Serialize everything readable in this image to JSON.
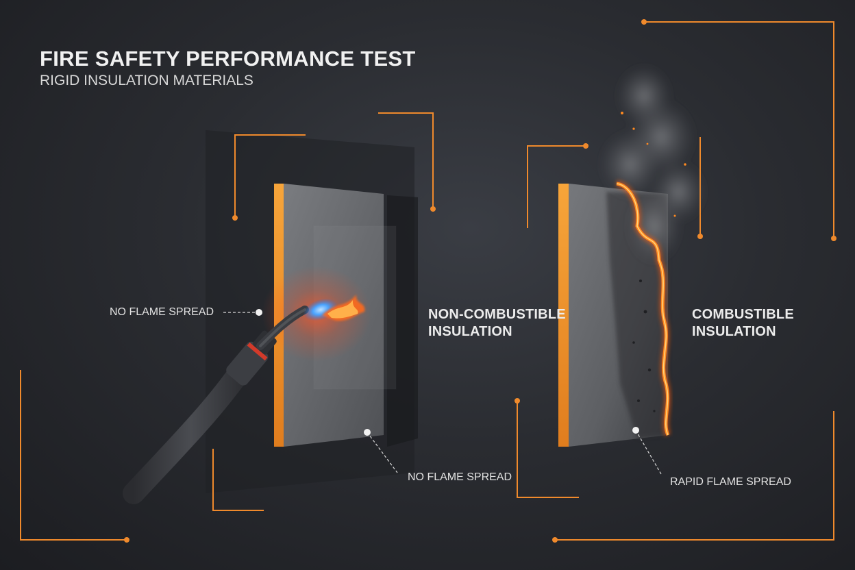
{
  "header": {
    "title": "FIRE SAFETY PERFORMANCE TEST",
    "subtitle": "RIGID INSULATION MATERIALS"
  },
  "panels": [
    {
      "label_line1": "NON-COMBUSTIBLE",
      "label_line2": "INSULATION"
    },
    {
      "label_line1": "COMBUSTIBLE",
      "label_line2": "INSULATION"
    }
  ],
  "callouts": {
    "left_torch": "NO FLAME SPREAD",
    "left_panel_bottom": "NO FLAME SPREAD",
    "right_panel_bottom": "RAPID FLAME SPREAD"
  },
  "colors": {
    "accent_orange": "#f08a2c",
    "panel_edge": "#f59a2e",
    "flame_blue": "#4aa3ff",
    "background": "#26282d"
  }
}
